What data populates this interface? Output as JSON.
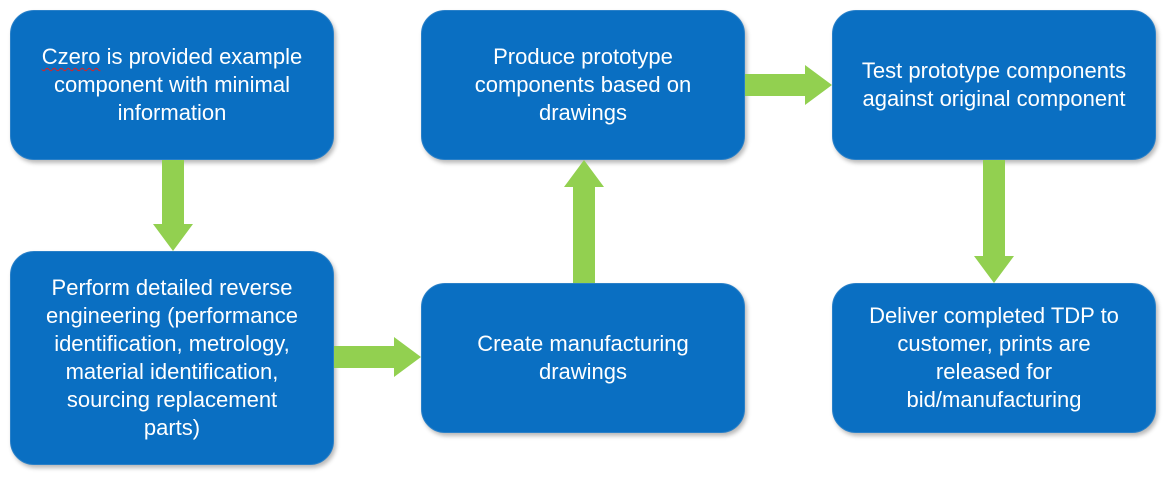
{
  "colors": {
    "box_fill": "#0a6fc2",
    "box_text": "#ffffff",
    "arrow": "#92d050"
  },
  "steps": [
    {
      "id": "provided",
      "lead": "Czero",
      "text": " is provided example\ncomponent with minimal\ninformation"
    },
    {
      "id": "reverse-engineering",
      "text": "Perform detailed reverse\nengineering (performance\nidentification, metrology,\nmaterial identification,\nsourcing replacement\nparts)"
    },
    {
      "id": "drawings",
      "text": "Create manufacturing\ndrawings"
    },
    {
      "id": "prototype",
      "text": "Produce prototype\ncomponents based on\ndrawings"
    },
    {
      "id": "test",
      "text": "Test prototype components\nagainst original component"
    },
    {
      "id": "deliver",
      "text": "Deliver completed TDP to\ncustomer, prints are\nreleased for\nbid/manufacturing"
    }
  ],
  "arrows": [
    {
      "from": "provided",
      "to": "reverse-engineering",
      "direction": "down"
    },
    {
      "from": "reverse-engineering",
      "to": "drawings",
      "direction": "right"
    },
    {
      "from": "drawings",
      "to": "prototype",
      "direction": "up"
    },
    {
      "from": "prototype",
      "to": "test",
      "direction": "right"
    },
    {
      "from": "test",
      "to": "deliver",
      "direction": "down"
    }
  ]
}
